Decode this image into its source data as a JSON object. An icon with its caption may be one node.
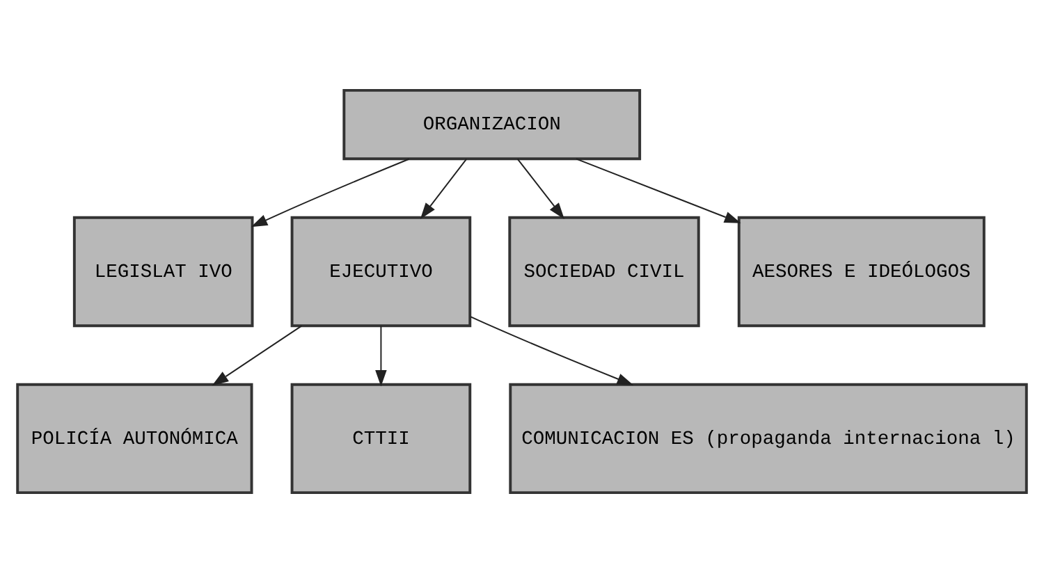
{
  "diagram": {
    "nodes": [
      {
        "text": [
          "ORGANIZACION"
        ]
      },
      {
        "text": [
          "LEGISLAT IVO"
        ]
      },
      {
        "text": [
          "EJECUTIVO"
        ]
      },
      {
        "text": [
          "SOCIEDAD CIVIL"
        ]
      },
      {
        "text": [
          "AESORES E IDEÓLOGOS"
        ]
      },
      {
        "text": [
          "POLICÍA AUTONÓMICA"
        ]
      },
      {
        "text": [
          "CTTII"
        ]
      },
      {
        "text": [
          "COMUNICACION ES (propaganda internaciona l)"
        ]
      }
    ],
    "edges": [
      {
        "from": 0,
        "to": 1,
        "arrow": "to"
      },
      {
        "from": 0,
        "to": 2,
        "arrow": "to"
      },
      {
        "from": 0,
        "to": 3,
        "arrow": "to"
      },
      {
        "from": 0,
        "to": 4,
        "arrow": "to"
      },
      {
        "from": 2,
        "to": 5,
        "arrow": "to"
      },
      {
        "from": 2,
        "to": 6,
        "arrow": "to"
      },
      {
        "from": 2,
        "to": 7,
        "arrow": "to"
      }
    ]
  }
}
